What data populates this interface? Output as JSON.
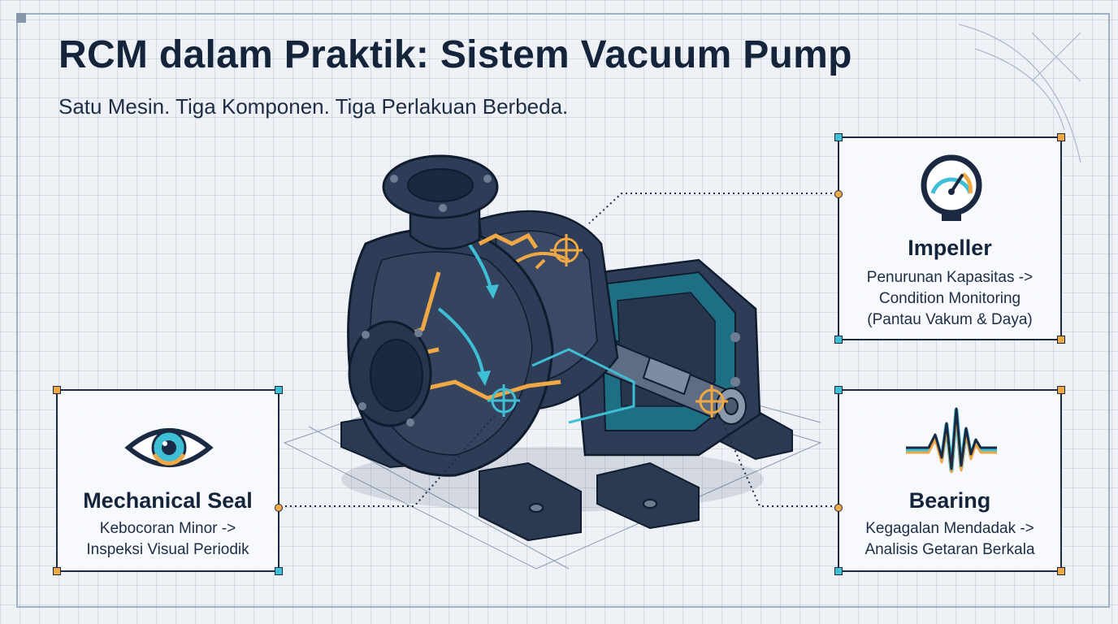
{
  "title": "RCM dalam Praktik: Sistem Vacuum Pump",
  "subtitle": "Satu Mesin. Tiga Komponen. Tiga Perlakuan Berbeda.",
  "cards": {
    "impeller": {
      "icon": "gauge-icon",
      "title": "Impeller",
      "lines": [
        "Penurunan Kapasitas ->",
        "Condition Monitoring",
        "(Pantau Vakum & Daya)"
      ]
    },
    "seal": {
      "icon": "eye-icon",
      "title": "Mechanical Seal",
      "lines": [
        "Kebocoran Minor ->",
        "Inspeksi Visual Periodik"
      ]
    },
    "bearing": {
      "icon": "vibration-waveform-icon",
      "title": "Bearing",
      "lines": [
        "Kegagalan Mendadak ->",
        "Analisis Getaran Berkala"
      ]
    }
  },
  "colors": {
    "navy": "#1b2a42",
    "pump_body": "#2e3d57",
    "accent_orange": "#f0a845",
    "accent_cyan": "#3fbfd6",
    "grid": "#eef2f7"
  }
}
